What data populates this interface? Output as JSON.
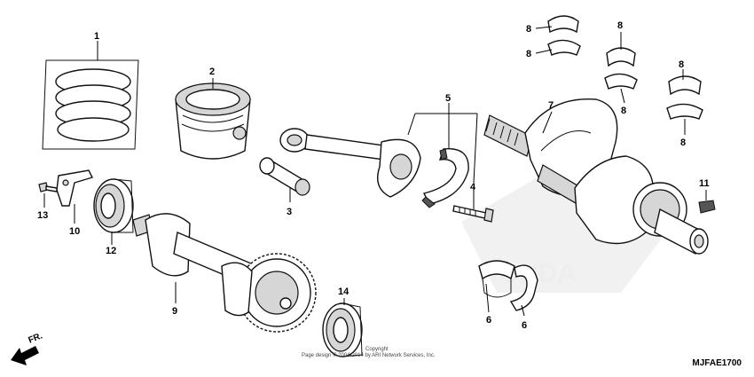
{
  "diagram": {
    "callouts": {
      "c1": "1",
      "c2": "2",
      "c3": "3",
      "c4": "4",
      "c5": "5",
      "c6a": "6",
      "c6b": "6",
      "c7": "7",
      "c8a": "8",
      "c8b": "8",
      "c8c": "8",
      "c8d": "8",
      "c8e": "8",
      "c8f": "8",
      "c9": "9",
      "c10": "10",
      "c11": "11",
      "c12": "12",
      "c13": "13",
      "c14": "14"
    },
    "copyright_line1": "Copyright",
    "copyright_line2": "Page design © 2004-2014 by ARI Network Services, Inc.",
    "diagram_code": "MJFAE1700",
    "direction_label": "FR.",
    "colors": {
      "line": "#111111",
      "shade": "#d6d6d6",
      "watermark": "#e6e6e6"
    }
  }
}
